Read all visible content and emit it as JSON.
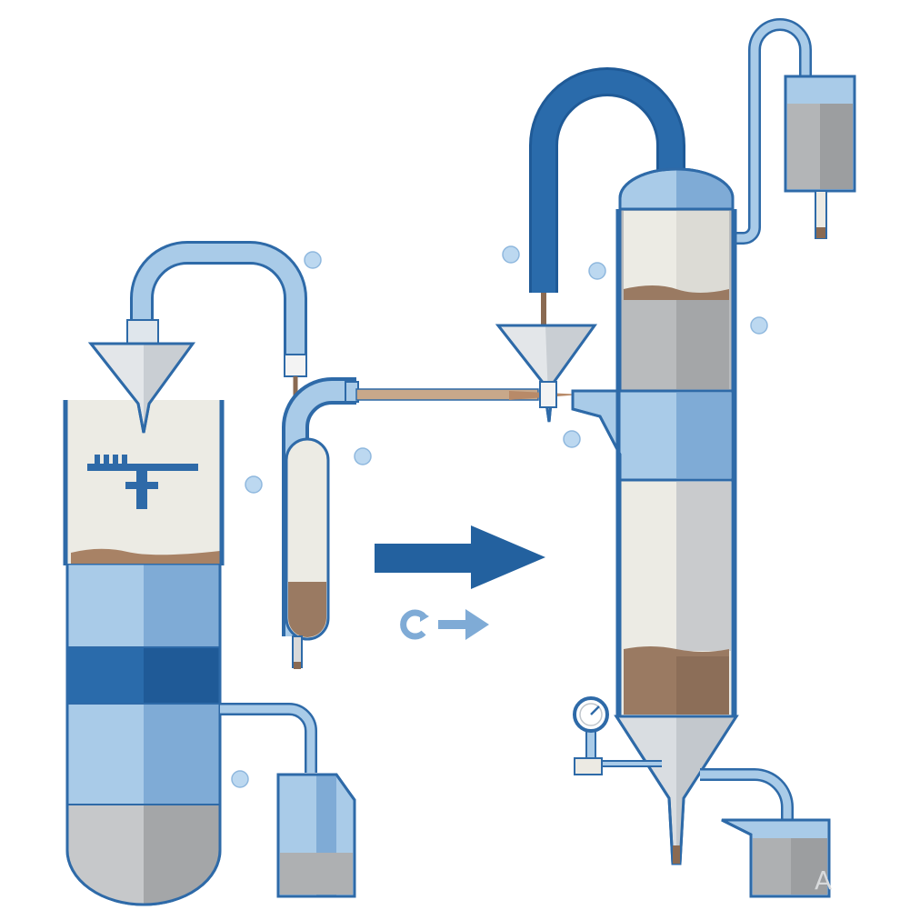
{
  "diagram": {
    "colors": {
      "outline": "#2e6aa8",
      "pale_blue": "#a9cbe8",
      "mid_blue": "#7fabd6",
      "dark_blue": "#23619f",
      "cream": "#eceae3",
      "gray": "#b9bbbd",
      "dark_gray": "#9c9ea0",
      "sediment": "#9a7a62",
      "bubble": "#bcd8f0"
    },
    "components": [
      "left-vessel",
      "left-funnel",
      "left-stirrer",
      "left-overhead-pipe",
      "left-collector-tube",
      "left-outlet-container",
      "transfer-rod",
      "process-arrow",
      "recycle-icon",
      "right-column",
      "right-overhead-u-pipe",
      "right-funnel",
      "top-right-reservoir",
      "pressure-gauge",
      "bottom-cone",
      "bottom-right-beaker"
    ],
    "watermark": "A"
  }
}
